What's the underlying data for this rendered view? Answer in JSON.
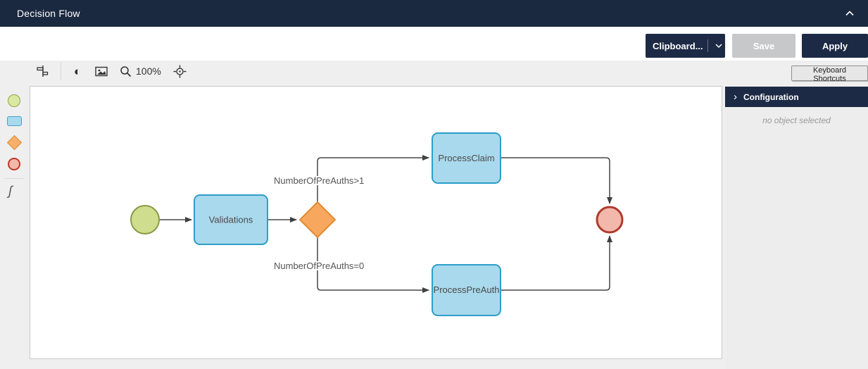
{
  "header": {
    "title": "Decision Flow"
  },
  "toolbar": {
    "clipboard_label": "Clipboard...",
    "save_label": "Save",
    "apply_label": "Apply"
  },
  "canvas_toolbar": {
    "zoom_level": "100%",
    "keyboard_shortcuts_label": "Keyboard Shortcuts"
  },
  "icons": {
    "contrast_glyph": "◐",
    "chevron_right_glyph": "›",
    "script_glyph": "ʃ"
  },
  "palette": {
    "items": [
      {
        "name": "start-event-shape"
      },
      {
        "name": "task-shape"
      },
      {
        "name": "gateway-shape"
      },
      {
        "name": "end-event-shape"
      },
      {
        "name": "script-shape"
      }
    ]
  },
  "diagram": {
    "nodes": [
      {
        "id": "validations",
        "label": "Validations",
        "type": "task"
      },
      {
        "id": "process_claim",
        "label": "ProcessClaim",
        "type": "task"
      },
      {
        "id": "process_preauth",
        "label": "ProcessPreAuth",
        "type": "task"
      }
    ],
    "events": [
      {
        "id": "start",
        "type": "start-event"
      },
      {
        "id": "end",
        "type": "end-event"
      }
    ],
    "gateway": {
      "id": "preauth-gateway",
      "type": "exclusive-gateway"
    },
    "edge_labels": [
      {
        "id": "gt1",
        "text": "NumberOfPreAuths>1"
      },
      {
        "id": "eq0",
        "text": "NumberOfPreAuths=0"
      }
    ]
  },
  "config_panel": {
    "title": "Configuration",
    "empty_message": "no object selected"
  },
  "colors": {
    "navy": "#1d2a45",
    "task_fill": "#a9d9ec",
    "task_stroke": "#2d9ec9",
    "gateway_fill": "#f7a85e",
    "gateway_stroke": "#e08a2f",
    "start_fill": "#cfdd8e",
    "start_stroke": "#8a9a44",
    "end_fill": "#f2b8ac",
    "end_stroke": "#b03a2e",
    "edge": "#474747"
  }
}
